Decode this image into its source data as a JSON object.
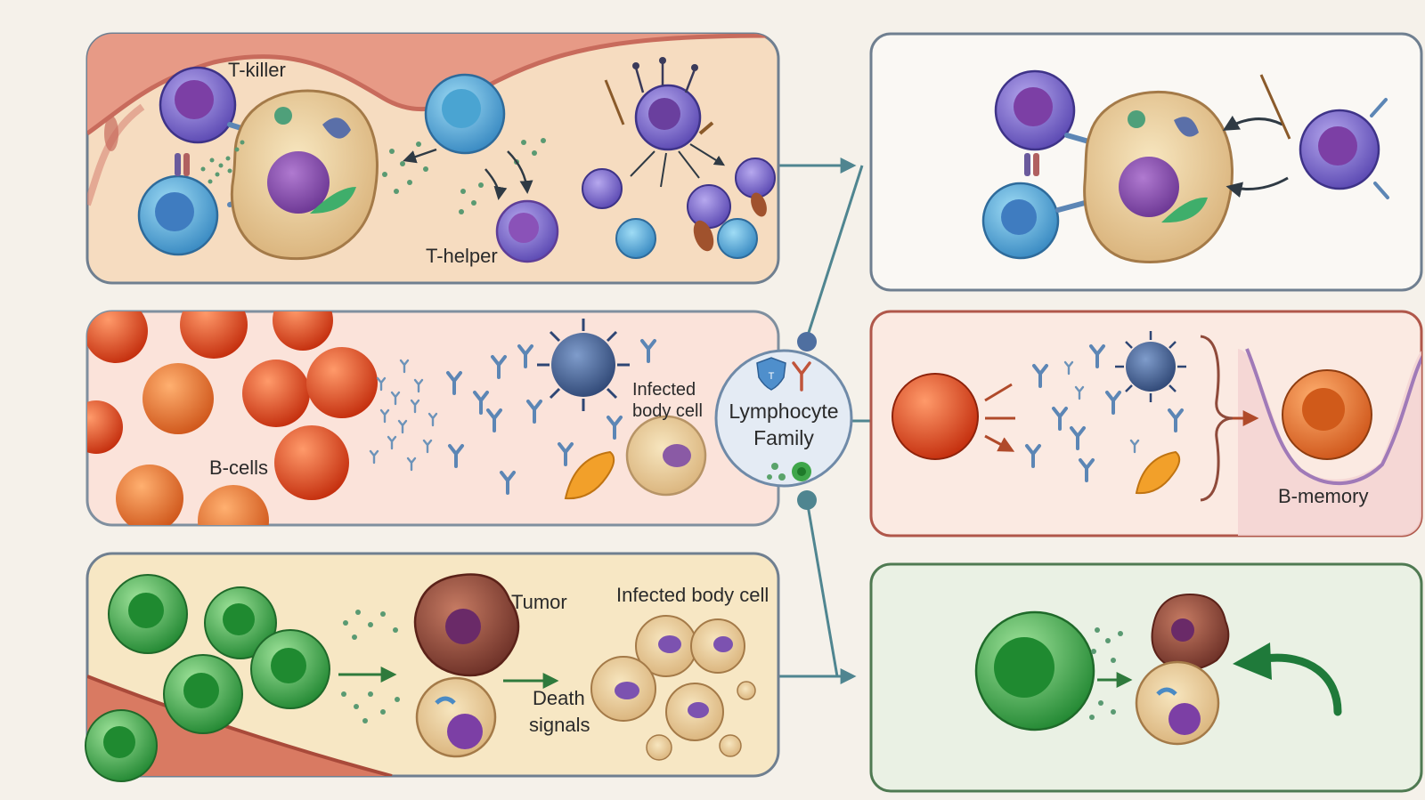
{
  "labels": {
    "t_killer": "T-killer",
    "t_helper": "T-helper",
    "b_cells": "B-cells",
    "infected_line1": "Infected",
    "infected_line2": "body cell",
    "tumor": "Tumor",
    "infected_body_cell": "Infected body cell",
    "death_line1": "Death",
    "death_line2": "signals",
    "b_memory": "B-memory"
  },
  "hub": {
    "line1": "Lymphocyte",
    "line2": "Family"
  },
  "colors": {
    "t_panel_bg": "#f6dcc0",
    "b_panel_bg": "#fbe3da",
    "nk_panel_bg": "#f7e7c4",
    "hub_bg": "#e4ebf4",
    "connector": "#4f8590",
    "t_frame": "#6f7f90",
    "b_frame": "#b0574a",
    "nk_frame": "#4f7a52",
    "t_killer_cell": "#7a68c9",
    "t_helper_cell": "#5db6de",
    "b_cell": "#e04a26",
    "nk_cell": "#3fa64a",
    "antibody": "#5c86b5",
    "virus": "#3f5d8c",
    "bacteria": "#f2a02a",
    "infected_cell": "#ead3a2",
    "tumor": "#8d4a3d"
  },
  "icons": [
    "shield-icon",
    "antibody-icon",
    "cell-cluster-icon",
    "arrow-icon",
    "virus-icon",
    "bacteria-icon",
    "violin-icon"
  ]
}
